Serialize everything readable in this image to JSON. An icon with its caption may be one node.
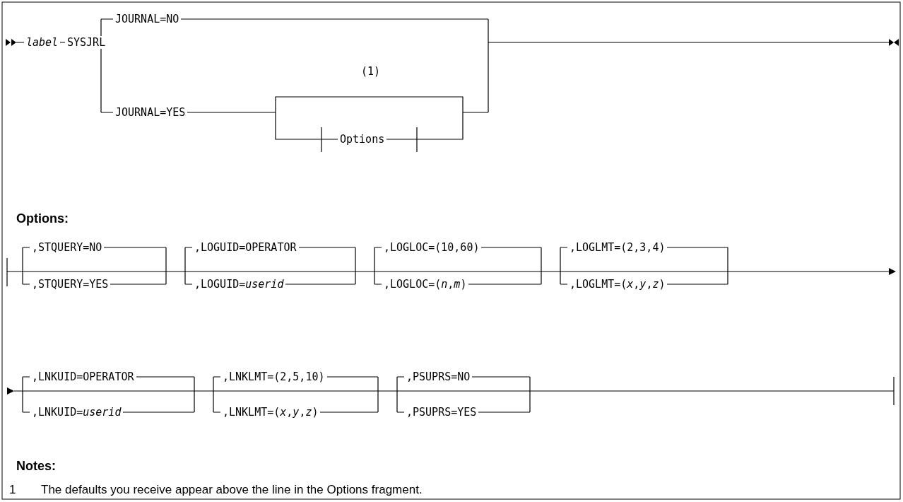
{
  "diagram": {
    "labels": [
      "label",
      "SYSJRL",
      "JOURNAL=NO",
      "(1)",
      "JOURNAL=YES",
      "Options",
      "Options:",
      ",STQUERY=NO",
      ",LOGUID=OPERATOR",
      ",LOGLOC=(10,60)",
      ",LOGLMT=(2,3,4)",
      ",STQUERY=YES",
      ",LOGUID=*userid*",
      ",LOGLOC=(*n*,*m*)",
      ",LOGLMT=(*x*,*y*,*z*)",
      ",LNKUID=OPERATOR",
      ",LNKLMT=(2,5,10)",
      ",PSUPRS=NO",
      ",LNKUID=*userid*",
      ",LNKLMT=(*x*,*y*,*z*)",
      ",PSUPRS=YES",
      "Notes:",
      "1",
      "The defaults you receive appear above the line in the Options fragment."
    ]
  }
}
